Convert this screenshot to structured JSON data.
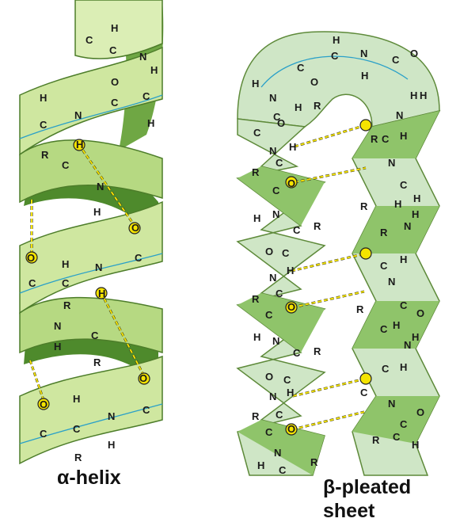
{
  "captions": {
    "helix_greek": "α",
    "helix_word": "-helix",
    "sheet_greek": "β",
    "sheet_word": "-pleated",
    "sheet_line2": "sheet"
  },
  "colors": {
    "ribbon_light": "#d6ebb0",
    "ribbon_mid": "#b9dc86",
    "ribbon_dark": "#5f9a3a",
    "sheet_light": "#cfe6c6",
    "sheet_dark": "#8fc46a",
    "hbond": "#f5e400",
    "peptide": "#2aa0c8"
  }
}
